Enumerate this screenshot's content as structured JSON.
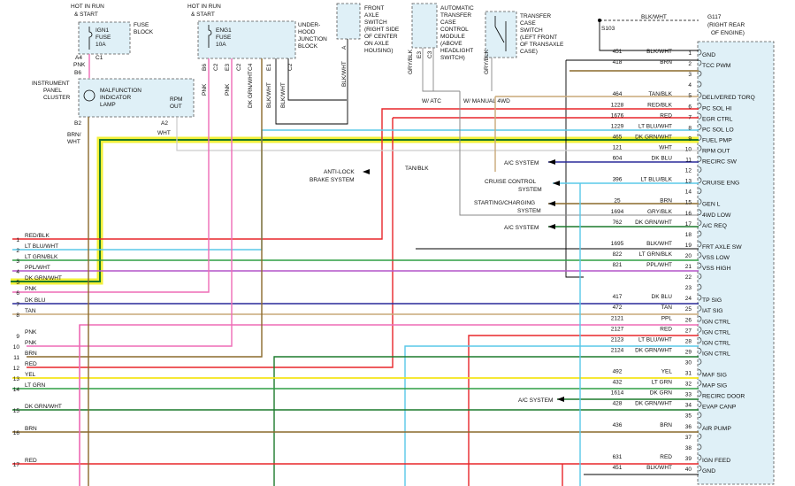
{
  "top": {
    "fuse1": {
      "hot": [
        "HOT IN RUN",
        "& START"
      ],
      "fuse": [
        "IGN1",
        "FUSE",
        "10A"
      ],
      "block": [
        "FUSE",
        "BLOCK"
      ],
      "conn": "C1",
      "pin": "A4"
    },
    "fuse2": {
      "hot": [
        "HOT IN RUN",
        "& START"
      ],
      "fuse": [
        "ENG1",
        "FUSE",
        "10A"
      ],
      "block": [
        "UNDER-",
        "HOOD",
        "JUNCTION",
        "BLOCK"
      ],
      "pins": [
        "B6",
        "C2",
        "E3",
        "C2",
        "C4",
        "E1",
        "C2"
      ]
    },
    "ipc": {
      "name": [
        "INSTRUMENT",
        "PANEL",
        "CLUSTER"
      ],
      "mil": [
        "MALFUNCTION",
        "INDICATOR",
        "LAMP"
      ],
      "rpm": [
        "RPM",
        "OUT"
      ],
      "pin_top": "B6",
      "pin_b2": "B2",
      "pin_a2": "A2",
      "wire_b2": [
        "BRN/",
        "WHT"
      ],
      "wire_a2": "WHT",
      "pnk": "PNK"
    },
    "front_axle": {
      "name": [
        "FRONT",
        "AXLE",
        "SWITCH",
        "(RIGHT SIDE",
        "OF CENTER",
        "ON AXLE",
        "HOUSING)"
      ],
      "pin": "A",
      "wire": "BLK/WHT"
    },
    "tcm": {
      "name": [
        "AUTOMATIC",
        "TRANSFER",
        "CASE",
        "CONTROL",
        "MODULE",
        "(ABOVE",
        "HEADLIGHT",
        "SWITCH)"
      ],
      "pins": [
        "E3",
        "C3"
      ],
      "wire": "GRY/BLK"
    },
    "tcs": {
      "name": [
        "TRANSFER",
        "CASE",
        "SWITCH",
        "(LEFT FRONT",
        "OF TRANSAXLE",
        "CASE)"
      ],
      "wire": "GRY/BLK"
    },
    "w_atc": "W/ ATC",
    "w_manual": "W/ MANUAL 4WD",
    "ground": {
      "wire": "BLK/WHT",
      "id": "G117",
      "loc": [
        "(RIGHT REAR",
        "OF ENGINE)"
      ],
      "splice": "S103"
    },
    "pnk_labels": [
      "PNK",
      "PNK",
      "DK GRN/WHT",
      "BLK/WHT",
      "BLK/WHT"
    ]
  },
  "pcm_pins": [
    {
      "pin": "1",
      "circuit": "451",
      "color": "BLK/WHT",
      "function": "GND"
    },
    {
      "pin": "2",
      "circuit": "418",
      "color": "BRN",
      "function": "TCC PWM"
    },
    {
      "pin": "3",
      "circuit": "",
      "color": "",
      "function": ""
    },
    {
      "pin": "4",
      "circuit": "",
      "color": "",
      "function": ""
    },
    {
      "pin": "5",
      "circuit": "464",
      "color": "TAN/BLK",
      "function": "DELIVERED TORQ"
    },
    {
      "pin": "6",
      "circuit": "1228",
      "color": "RED/BLK",
      "function": "PC SOL HI"
    },
    {
      "pin": "7",
      "circuit": "1676",
      "color": "RED",
      "function": "EGR CTRL"
    },
    {
      "pin": "8",
      "circuit": "1229",
      "color": "LT BLU/WHT",
      "function": "PC SOL LO"
    },
    {
      "pin": "9",
      "circuit": "465",
      "color": "DK GRN/WHT",
      "function": "FUEL PMP"
    },
    {
      "pin": "10",
      "circuit": "121",
      "color": "WHT",
      "function": "RPM OUT"
    },
    {
      "pin": "11",
      "circuit": "604",
      "color": "DK BLU",
      "function": "RECIRC SW"
    },
    {
      "pin": "12",
      "circuit": "",
      "color": "",
      "function": ""
    },
    {
      "pin": "13",
      "circuit": "396",
      "color": "LT BLU/BLK",
      "function": "CRUISE ENG"
    },
    {
      "pin": "14",
      "circuit": "",
      "color": "",
      "function": ""
    },
    {
      "pin": "15",
      "circuit": "25",
      "color": "BRN",
      "function": "GEN L"
    },
    {
      "pin": "16",
      "circuit": "1694",
      "color": "GRY/BLK",
      "function": "4WD LOW"
    },
    {
      "pin": "17",
      "circuit": "762",
      "color": "DK GRN/WHT",
      "function": "A/C REQ"
    },
    {
      "pin": "18",
      "circuit": "",
      "color": "",
      "function": ""
    },
    {
      "pin": "19",
      "circuit": "1695",
      "color": "BLK/WHT",
      "function": "FRT AXLE SW"
    },
    {
      "pin": "20",
      "circuit": "822",
      "color": "LT GRN/BLK",
      "function": "VSS LOW"
    },
    {
      "pin": "21",
      "circuit": "821",
      "color": "PPL/WHT",
      "function": "VSS HIGH"
    },
    {
      "pin": "22",
      "circuit": "",
      "color": "",
      "function": ""
    },
    {
      "pin": "23",
      "circuit": "",
      "color": "",
      "function": ""
    },
    {
      "pin": "24",
      "circuit": "417",
      "color": "DK BLU",
      "function": "TP SIG"
    },
    {
      "pin": "25",
      "circuit": "472",
      "color": "TAN",
      "function": "IAT SIG"
    },
    {
      "pin": "26",
      "circuit": "2121",
      "color": "PPL",
      "function": "IGN CTRL"
    },
    {
      "pin": "27",
      "circuit": "2127",
      "color": "RED",
      "function": "IGN CTRL"
    },
    {
      "pin": "28",
      "circuit": "2123",
      "color": "LT BLU/WHT",
      "function": "IGN CTRL"
    },
    {
      "pin": "29",
      "circuit": "2124",
      "color": "DK GRN/WHT",
      "function": "IGN CTRL"
    },
    {
      "pin": "30",
      "circuit": "",
      "color": "",
      "function": ""
    },
    {
      "pin": "31",
      "circuit": "492",
      "color": "YEL",
      "function": "MAF SIG"
    },
    {
      "pin": "32",
      "circuit": "432",
      "color": "LT GRN",
      "function": "MAP SIG"
    },
    {
      "pin": "33",
      "circuit": "1614",
      "color": "DK GRN",
      "function": "RECIRC DOOR"
    },
    {
      "pin": "34",
      "circuit": "428",
      "color": "DK GRN/WHT",
      "function": "EVAP CANP"
    },
    {
      "pin": "35",
      "circuit": "",
      "color": "",
      "function": ""
    },
    {
      "pin": "36",
      "circuit": "436",
      "color": "BRN",
      "function": "AIR PUMP"
    },
    {
      "pin": "37",
      "circuit": "",
      "color": "",
      "function": ""
    },
    {
      "pin": "38",
      "circuit": "",
      "color": "",
      "function": ""
    },
    {
      "pin": "39",
      "circuit": "631",
      "color": "RED",
      "function": "IGN FEED"
    },
    {
      "pin": "40",
      "circuit": "451",
      "color": "BLK/WHT",
      "function": "GND"
    }
  ],
  "left_wires": [
    {
      "num": "1",
      "color": "RED/BLK"
    },
    {
      "num": "2",
      "color": "LT BLU/WHT"
    },
    {
      "num": "3",
      "color": "LT GRN/BLK"
    },
    {
      "num": "4",
      "color": "PPL/WHT"
    },
    {
      "num": "5",
      "color": "DK GRN/WHT"
    },
    {
      "num": "6",
      "color": "PNK"
    },
    {
      "num": "7",
      "color": "DK BLU"
    },
    {
      "num": "8",
      "color": "TAN"
    },
    {
      "num": "9",
      "color": "PNK"
    },
    {
      "num": "10",
      "color": "PNK"
    },
    {
      "num": "11",
      "color": "BRN"
    },
    {
      "num": "12",
      "color": "RED"
    },
    {
      "num": "13",
      "color": "YEL"
    },
    {
      "num": "14",
      "color": "LT GRN"
    },
    {
      "num": "15",
      "color": "DK GRN/WHT"
    },
    {
      "num": "16",
      "color": "BRN"
    },
    {
      "num": "17",
      "color": "RED"
    }
  ],
  "destinations": [
    {
      "text": "A/C SYSTEM"
    },
    {
      "text": "TAN/BLK"
    },
    {
      "text": [
        "ANTI-LOCK",
        "BRAKE SYSTEM"
      ]
    },
    {
      "text": [
        "CRUISE CONTROL",
        "SYSTEM"
      ]
    },
    {
      "text": [
        "STARTING/CHARGING",
        "SYSTEM"
      ]
    },
    {
      "text": "A/C SYSTEM"
    },
    {
      "text": "A/C SYSTEM"
    }
  ],
  "colors": {
    "red": "#e8262a",
    "pink": "#ee6bb6",
    "blue": "#58c8e8",
    "green": "#2e9e44",
    "dkgreen": "#1c7a2c",
    "brown": "#8a6a2c",
    "tan": "#c9a978",
    "purple": "#b454c8",
    "yellow": "#f4e51a",
    "dkblue": "#2a2a9a",
    "highlight": "#f2f03a",
    "gray": "#888888",
    "black": "#000000"
  }
}
